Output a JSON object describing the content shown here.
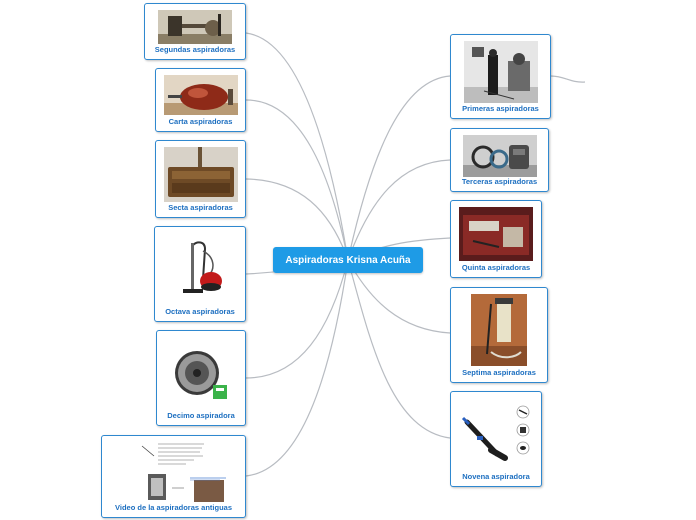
{
  "central": {
    "label": "Aspiradoras Krisna Acuña"
  },
  "nodes": {
    "segundas": {
      "label": "Segundas aspiradoras"
    },
    "carta": {
      "label": "Carta aspiradoras"
    },
    "secta": {
      "label": "Secta aspiradoras"
    },
    "octava": {
      "label": "Octava aspiradoras"
    },
    "decimo": {
      "label": "Decimo aspiradora"
    },
    "video": {
      "label": "Video de la aspiradoras antiguas"
    },
    "primeras": {
      "label": "Primeras aspiradoras"
    },
    "terceras": {
      "label": "Terceras aspiradoras"
    },
    "quinta": {
      "label": "Quinta aspiradoras"
    },
    "septima": {
      "label": "Septima aspiradoras"
    },
    "novena": {
      "label": "Novena aspiradora"
    }
  }
}
